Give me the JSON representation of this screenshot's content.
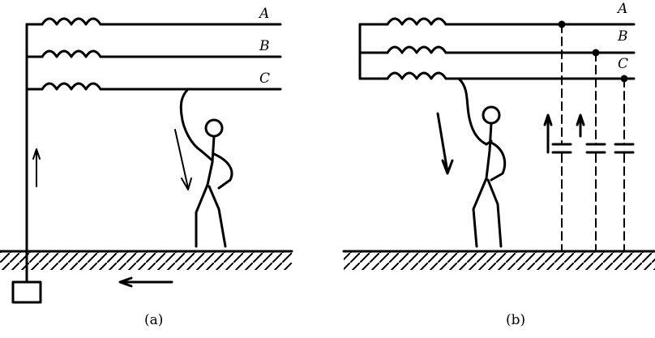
{
  "diagram_a": {
    "phases": [
      "A",
      "B",
      "C"
    ],
    "caption": "(a)"
  },
  "diagram_b": {
    "phases": [
      "A",
      "B",
      "C"
    ],
    "caption": "(b)"
  },
  "colors": {
    "ink": "#000000",
    "paper": "#ffffff"
  },
  "icons": [
    "coil-icon",
    "person-icon",
    "ground-hatch",
    "current-arrow",
    "capacitor-icon",
    "grounding-electrode-icon"
  ]
}
